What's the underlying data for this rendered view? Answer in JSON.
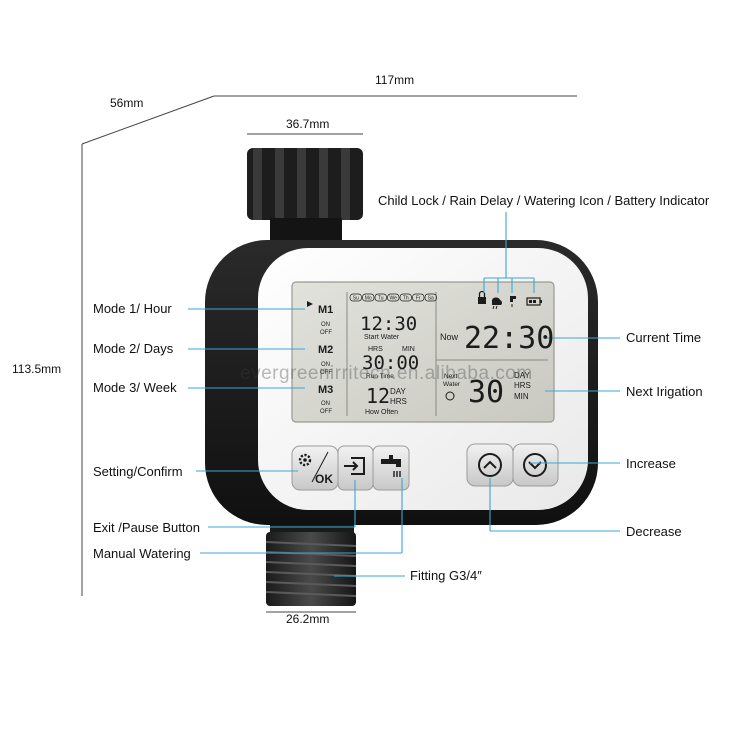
{
  "dimensions": {
    "width": "117mm",
    "depth": "56mm",
    "height": "113.5mm",
    "inlet": "36.7mm",
    "outlet": "26.2mm"
  },
  "callouts": {
    "status_icons": "Child Lock / Rain Delay / Watering Icon / Battery Indicator",
    "mode1": "Mode 1/ Hour",
    "mode2": "Mode 2/ Days",
    "mode3": "Mode 3/ Week",
    "setting": "Setting/Confirm",
    "exit": "Exit /Pause Button",
    "manual": "Manual Watering",
    "fitting": "Fitting G3/4″",
    "current_time": "Current Time",
    "next_irrigation": "Next Irigation",
    "increase": "Increase",
    "decrease": "Decrease"
  },
  "lcd": {
    "days": [
      "Su",
      "Mo",
      "Tu",
      "We",
      "Th",
      "Fr",
      "Sa"
    ],
    "modes": [
      {
        "label": "M1",
        "on": "ON",
        "off": "OFF"
      },
      {
        "label": "M2",
        "on": "ON",
        "off": "OFF"
      },
      {
        "label": "M3",
        "on": "ON",
        "off": "OFF"
      }
    ],
    "start_time": "12:30",
    "start_caption": "Start Water",
    "hrs_label": "HRS",
    "min_label": "MIN",
    "duration": "30:00",
    "run_time_label": "Run Time",
    "frequency": "12",
    "day_label": "DAY",
    "freq_hrs_label": "HRS",
    "how_often_label": "How Often",
    "now_label": "Now",
    "current_time": "22:30",
    "next_label": "Next",
    "water_label": "Water",
    "next_value": "30",
    "next_day": "DAY",
    "next_hrs": "HRS",
    "next_min": "MIN"
  },
  "buttons": {
    "ok_label": "OK"
  },
  "watermark": "evergreenirritech.en.alibaba.com"
}
